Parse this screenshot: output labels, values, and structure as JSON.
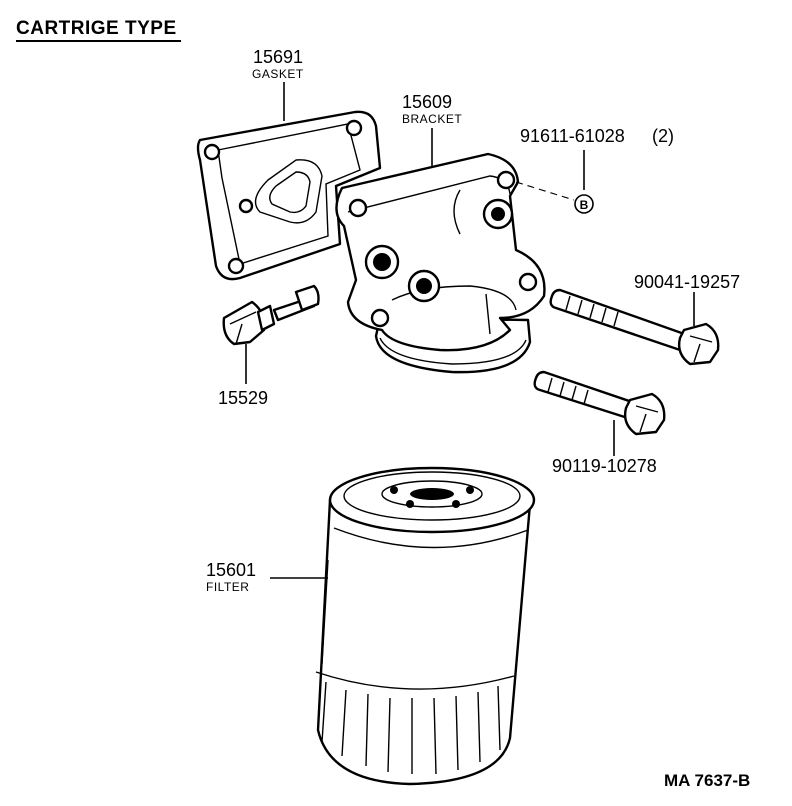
{
  "title": "CARTRIGE TYPE",
  "diagram_code": "MA 7637-B",
  "parts": {
    "gasket": {
      "number": "15691",
      "name": "GASKET"
    },
    "bracket": {
      "number": "15609",
      "name": "BRACKET"
    },
    "bolt_b": {
      "number": "91611-61028",
      "qty": "(2)",
      "marker": "B"
    },
    "bolt_long": {
      "number": "90041-19257"
    },
    "plug": {
      "number": "15529"
    },
    "bolt_short": {
      "number": "90119-10278"
    },
    "filter": {
      "number": "15601",
      "name": "FILTER"
    }
  }
}
